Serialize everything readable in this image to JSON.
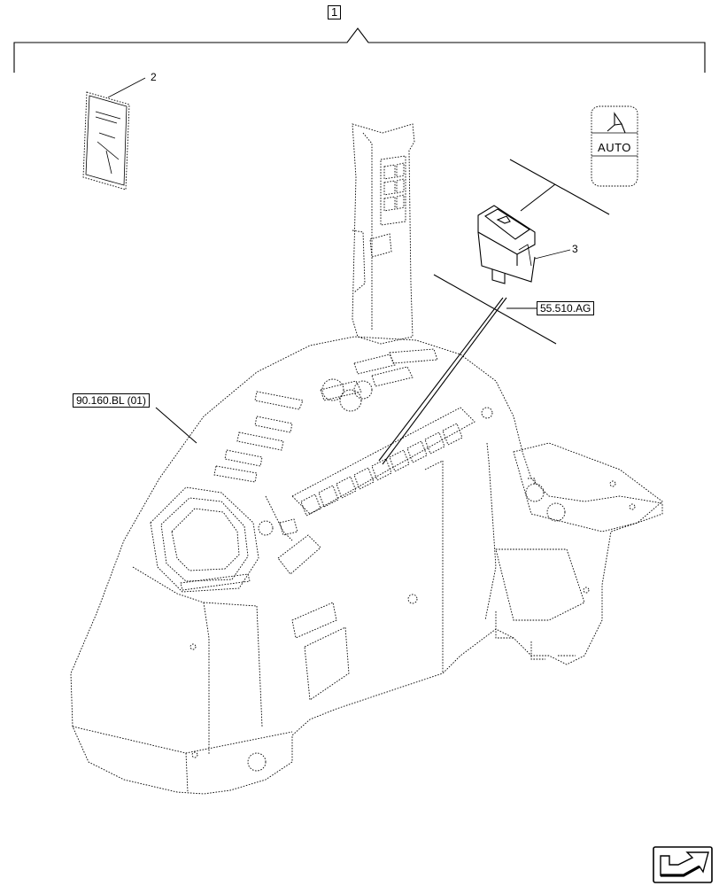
{
  "diagram": {
    "assembly_ref": "1",
    "callouts": [
      {
        "id": "decal",
        "label": "2"
      },
      {
        "id": "switch",
        "label": "3"
      }
    ],
    "references": [
      {
        "id": "switch-ref",
        "label": "55.510.AG"
      },
      {
        "id": "console-ref",
        "label": "90.160.BL (01)"
      }
    ],
    "decal_symbol_text": "AUTO",
    "nav_icon": "next-page-arrow-icon"
  }
}
